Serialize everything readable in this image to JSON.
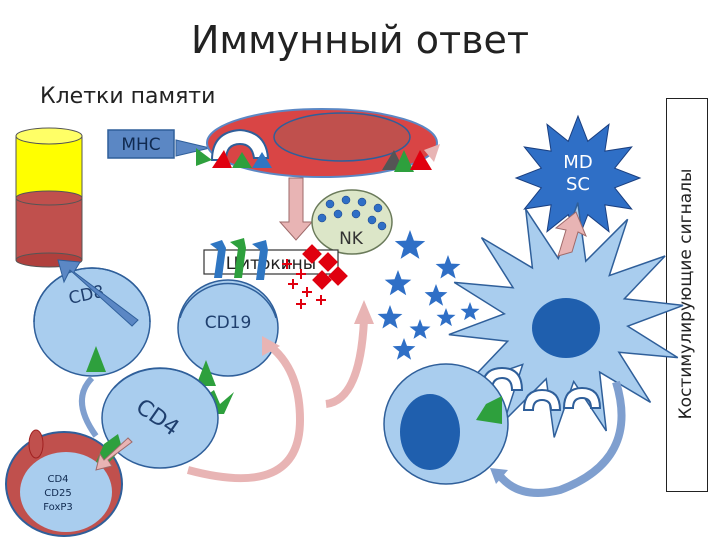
{
  "title": "Иммунный ответ",
  "subtitle": "Клетки памяти",
  "sidebar_label": "Костимулирующие сигналы",
  "labels": {
    "mhc": "MHC",
    "mdsc_line1": "MD",
    "mdsc_line2": "SC",
    "nk": "NK",
    "cytokines": "Цитокины",
    "cd8": "CD8",
    "cd19": "CD19",
    "cd4": "CD4",
    "treg_line1": "CD4",
    "treg_line2": "CD25",
    "treg_line3": "FoxP3"
  },
  "colors": {
    "cell_fill": "#a9cdee",
    "cell_stroke": "#2f5f9a",
    "nucleus": "#1f5fae",
    "memory_top": "#ffff00",
    "memory_bottom": "#c0504d",
    "apc": "#d94545",
    "mhc_box": "#5b87c4",
    "treg": "#c0504d",
    "arrow_pink": "#e8b4b4",
    "arrow_blue": "#7f9fcf",
    "receptor_green": "#2ea03d",
    "receptor_blue": "#2f76c2",
    "cytokine_red": "#e0000f",
    "nk_fill": "#dce6c8",
    "star_blue": "#2f6fc6"
  }
}
